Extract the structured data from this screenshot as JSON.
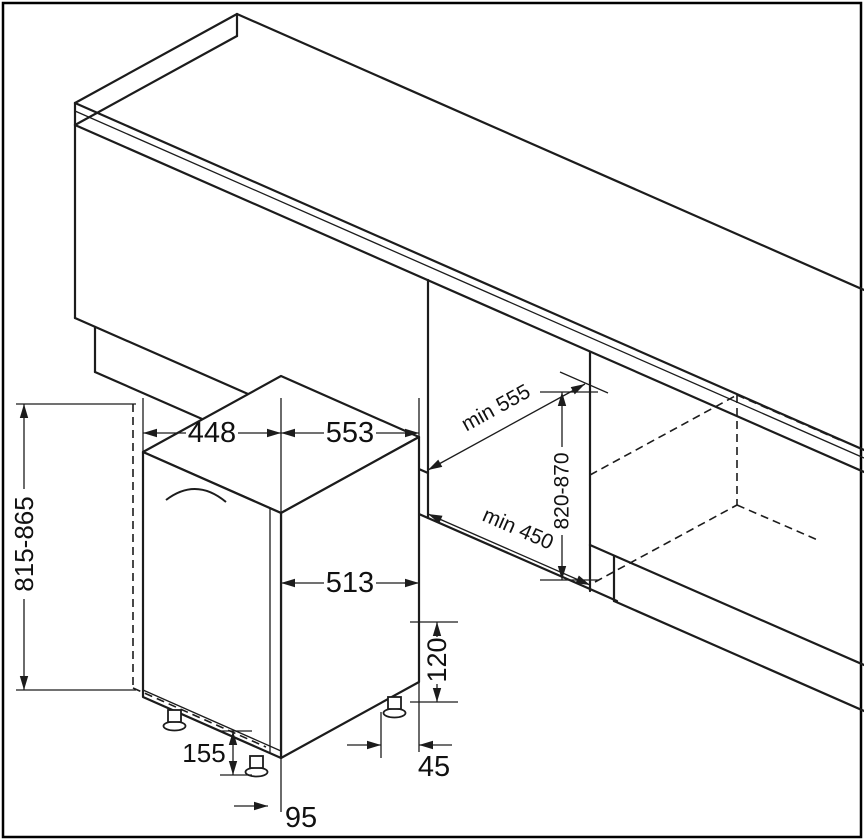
{
  "diagram": {
    "title": "built-in dishwasher installation drawing",
    "unit": "mm",
    "line_color": "#1c1c1c",
    "background": "#ffffff"
  },
  "dims": {
    "appliance_width": "448",
    "appliance_top_depth": "553",
    "appliance_body_depth": "513",
    "appliance_height": "815-865",
    "niche_height": "820-870",
    "niche_depth": "min 555",
    "niche_width": "min 450",
    "plinth_height": "120",
    "foot_zone": "155",
    "rear_clearance": "45",
    "front_offset": "95"
  }
}
